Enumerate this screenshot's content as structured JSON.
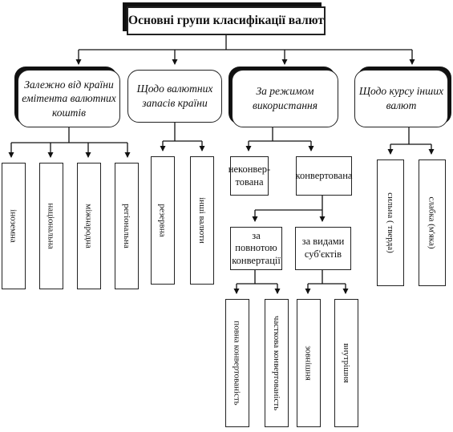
{
  "diagram": {
    "title": "Основні групи класифікації валют",
    "groups": [
      "Залежно від країни емітента валютних коштів",
      "Щодо валютних запасів країни",
      "За режимом використання",
      "Щодо курсу інших валют"
    ],
    "group1_leaves": [
      "іноземна",
      "національна",
      "міжнародна",
      "регіональна"
    ],
    "group2_leaves": [
      "резервна",
      "інші валюти"
    ],
    "group3": {
      "inconvertible": "неконвер-тована",
      "convertible": "конвертована",
      "by_completeness": "за повнотою конвертації",
      "by_subjects": "за видами суб'єктів",
      "leaves": [
        "повна конвертованість",
        "часткова конвертованість",
        "зовнішня",
        "внутрішня"
      ]
    },
    "group4_leaves": [
      "сильна ( тверда)",
      "слабка (м'яка)"
    ]
  }
}
